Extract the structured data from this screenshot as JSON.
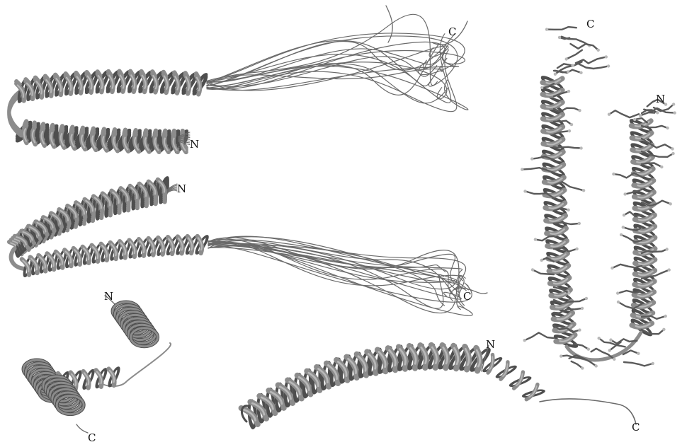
{
  "figure": {
    "panels": [
      {
        "id": "top-left-ensemble",
        "n_label": "N",
        "c_label": "C"
      },
      {
        "id": "middle-left-ensemble",
        "n_label": "N",
        "c_label": "C"
      },
      {
        "id": "bottom-left-helices",
        "n_label": "N",
        "c_label": "C"
      },
      {
        "id": "bottom-middle-helix",
        "n_label": "N",
        "c_label": "C"
      },
      {
        "id": "right-sidechain-hairpin",
        "n_label": "N",
        "c_label": "C"
      }
    ],
    "colors": {
      "background": "#ffffff",
      "ribbon": "#8c8c8c",
      "ribbon_dark": "#4e4e4e",
      "ribbon_light": "#b8b8b8",
      "coil": "#6a6a6a",
      "sidechain": "#5a5a5a",
      "label": "#111111"
    }
  }
}
